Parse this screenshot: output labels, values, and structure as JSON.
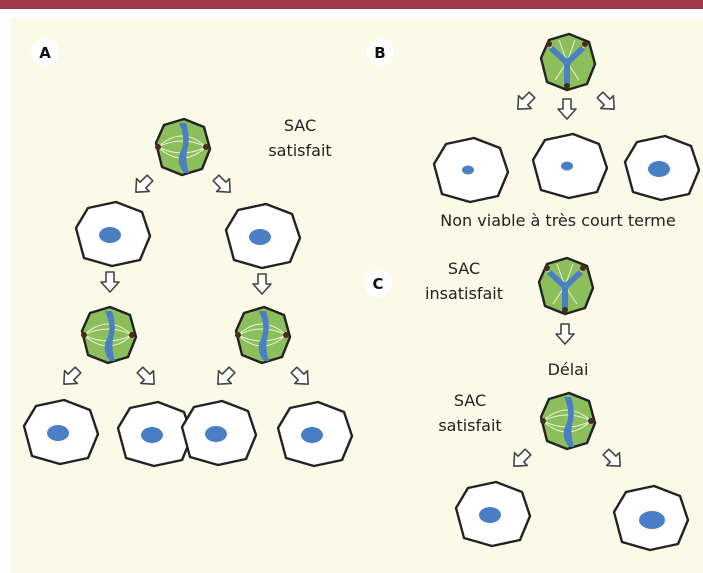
{
  "colors": {
    "top_bar": "#9e3a4c",
    "panel_background": "#fbf9e8",
    "cell_fill": "#ffffff",
    "cell_outline": "#222222",
    "nucleus": "#4a7fc6",
    "spindle_green": "#8cbf5c",
    "arrow_outline": "#444444"
  },
  "panel_labels": {
    "a": "A",
    "b": "B",
    "c": "C"
  },
  "captions": {
    "a_sac_line1": "SAC",
    "a_sac_line2": "satisfait",
    "b_fate": "Non viable à très court terme",
    "c_sac_insat_line1": "SAC",
    "c_sac_insat_line2": "insatisfait",
    "c_delay": "Délai",
    "c_sac_sat_line1": "SAC",
    "c_sac_sat_line2": "satisfait"
  }
}
